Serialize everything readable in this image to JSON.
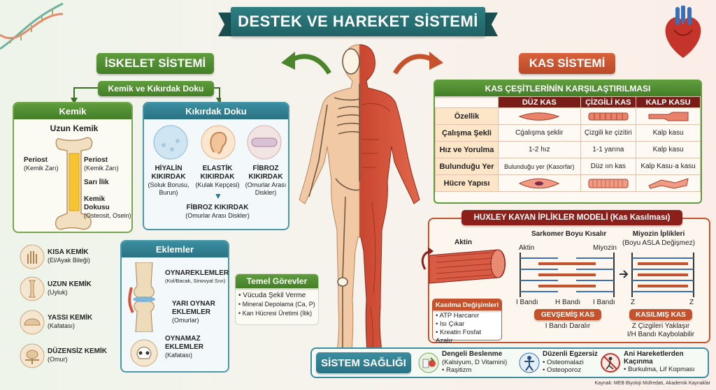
{
  "title": "DESTEK VE HAREKET SİSTEMİ",
  "iskelet": {
    "heading": "İSKELET SİSTEMİ",
    "subheading": "Kemik ve Kıkırdak Doku",
    "kemik": {
      "title": "Kemik",
      "long_bone_title": "Uzun Kemik",
      "periost_left": "Periost",
      "periost_left_sub": "(Kemik Zarı)",
      "periost_right": "Periost",
      "periost_right_sub": "(Kemik Zarı)",
      "sari_ilik": "Sarı İlik",
      "kemik_dokusu": "Kemik Dokusu",
      "kemik_dokusu_sub": "(Osteosit, Osein)",
      "types": [
        {
          "name": "KISA KEMİK",
          "sub": "(El/Ayak Bileği)",
          "icon": "hand-bones-icon"
        },
        {
          "name": "UZUN KEMİK",
          "sub": "(Uyluk)",
          "icon": "long-bone-icon"
        },
        {
          "name": "YASSI KEMİK",
          "sub": "(Kafatası)",
          "icon": "flat-bone-icon"
        },
        {
          "name": "DÜZENSİZ KEMİK",
          "sub": "(Omur)",
          "icon": "vertebra-icon"
        }
      ]
    },
    "kikirdak": {
      "title": "Kıkırdak Doku",
      "types": [
        {
          "name": "HİYALİN KIKIRDAK",
          "sub": "(Soluk Borusu, Burun)"
        },
        {
          "name": "ELASTİK KIKIRDAK",
          "sub": "(Kulak Kepçesi)"
        },
        {
          "name": "FİBROZ KIKIRDAK",
          "sub": "(Omurlar Arası Diskler)"
        }
      ],
      "bottom_name": "FİBROZ KIKIRDAK",
      "bottom_sub": "(Omurlar Arası Diskler)"
    },
    "eklemler": {
      "title": "Eklemler",
      "items": [
        {
          "name": "OYNAREKLEMLER",
          "sub": "(Kol/Bacak, Sinovyal Sıvı)"
        },
        {
          "name": "YARI OYNAR EKLEMLER",
          "sub": "(Omurlar)"
        },
        {
          "name": "OYNAMAZ EKLEMLER",
          "sub": "(Kafatası)"
        }
      ]
    },
    "temel": {
      "title": "Temel Görevler",
      "items": [
        "Vücuda Şekil Verme",
        "Mineral Depolama (Ca, P)",
        "Kan Hücresi Üretimi (İlik)"
      ]
    }
  },
  "kas": {
    "heading": "KAS SİSTEMİ",
    "table_title": "KAS ÇEŞİTLERİNİN KARŞILAŞTIRILMASI",
    "columns": [
      "DÜZ KAS",
      "ÇİZGİLİ KAS",
      "KALP KASU"
    ],
    "rows": [
      {
        "label": "Özellik",
        "cells": [
          "",
          "",
          ""
        ]
      },
      {
        "label": "Çalışma Şekli",
        "cells": [
          "Cǵalışma şeklir",
          "Çizgili ke çizitiri",
          "Kalp kasu"
        ]
      },
      {
        "label": "Hız ve Yorulma",
        "cells": [
          "1-2 hız",
          "1-1 yarına",
          "Kalp kasu"
        ]
      },
      {
        "label": "Bulunduğu Yer",
        "cells": [
          "Bulunduğu yer (Kasorfar)",
          "Düz ıın kas",
          "Kalp Kasu·a kasu"
        ]
      },
      {
        "label": "Hücre Yapısı",
        "cells": [
          "",
          "",
          ""
        ]
      }
    ],
    "huxley": {
      "title": "HUXLEY KAYAN İPLİKLER MODELİ (Kas Kasılması)",
      "aktin": "Aktin",
      "sarkomer": "Sarkomer Boyu Kısalır",
      "aktin2": "Aktin",
      "miyozin": "Miyozin",
      "miyozin_title": "Miyozin İplikleri",
      "miyozin_sub": "(Boyu ASLA Değişmez)",
      "i_band_left": "I Bandı",
      "h_band": "H Bandı",
      "i_band_right": "I Bandı",
      "z_left": "Z",
      "z_right": "Z",
      "changes_title": "Kasılma Değişimleri",
      "changes": [
        "ATP Harcanır",
        "Isı Çıkar",
        "Kreatin Fosfat Azalır"
      ],
      "gevsemis": "GEVŞEMİŞ KAS",
      "gevsemis_sub": "I Bandı Daralır",
      "kasilmis": "KASILMIŞ KAS",
      "kasilmis_sub1": "Z Çizgileri Yaklaşır",
      "kasilmis_sub2": "I/H Bandı Kaybolabilir"
    }
  },
  "saglik": {
    "title": "SİSTEM SAĞLIĞI",
    "items": [
      {
        "title": "Dengeli Beslenme",
        "lines": [
          "(Kalsiyum, D Vitamini)",
          "• Raşitizm"
        ]
      },
      {
        "title": "Düzenli Egzersiz",
        "lines": [
          "• Osteomalazi",
          "• Osteoporoz"
        ]
      },
      {
        "title": "Ani Hareketlerden Kaçınma",
        "lines": [
          "• Burkulma, Lif Kopması"
        ]
      }
    ]
  },
  "source": "Kaynak: MEB Biyoloji Müfredatı, Akademik Kaynaklar",
  "colors": {
    "green": "#4a852b",
    "orange": "#c4532d",
    "teal": "#2f7f82",
    "maroon": "#7a1c17"
  }
}
